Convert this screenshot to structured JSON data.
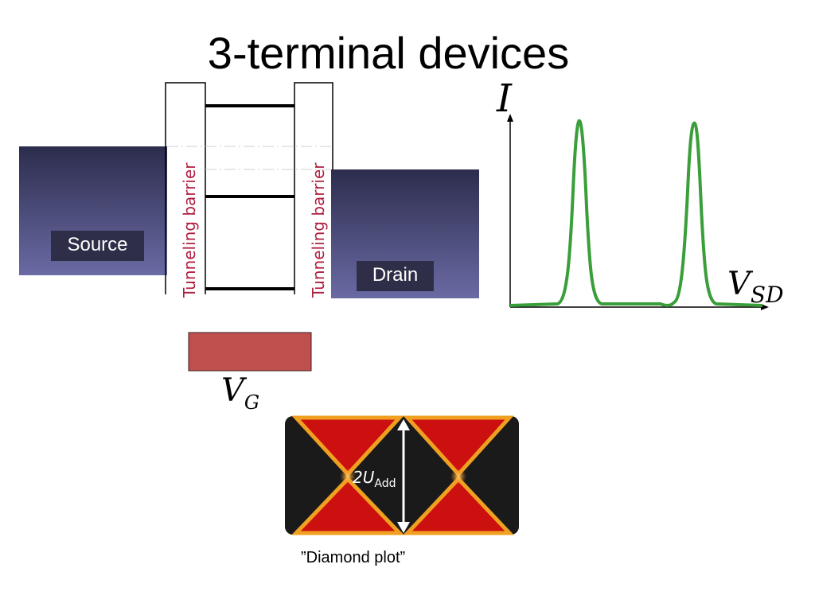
{
  "slide": {
    "title": "3-terminal devices",
    "caption": "”Diamond plot”"
  },
  "device": {
    "source_label": "Source",
    "drain_label": "Drain",
    "barrier_left_label": "Tunneling barrier",
    "barrier_right_label": "Tunneling barrier",
    "gate_label_main": "V",
    "gate_label_sub": "G",
    "colors": {
      "electrode_top": "#2c2d4d",
      "electrode_bottom": "#6a6aa4",
      "gate": "#c0504d",
      "barrier_text": "#b02040"
    }
  },
  "plot": {
    "ylabel": "I",
    "xlabel_main": "V",
    "xlabel_sub": "SD",
    "curve_color": "#3a9e3a",
    "peaks": 2
  },
  "diamond": {
    "annotation_main": "2U",
    "annotation_sub": "Add",
    "colors": {
      "background": "#1a1a1a",
      "fill": "#cc1010",
      "edge": "#f0a020"
    }
  }
}
